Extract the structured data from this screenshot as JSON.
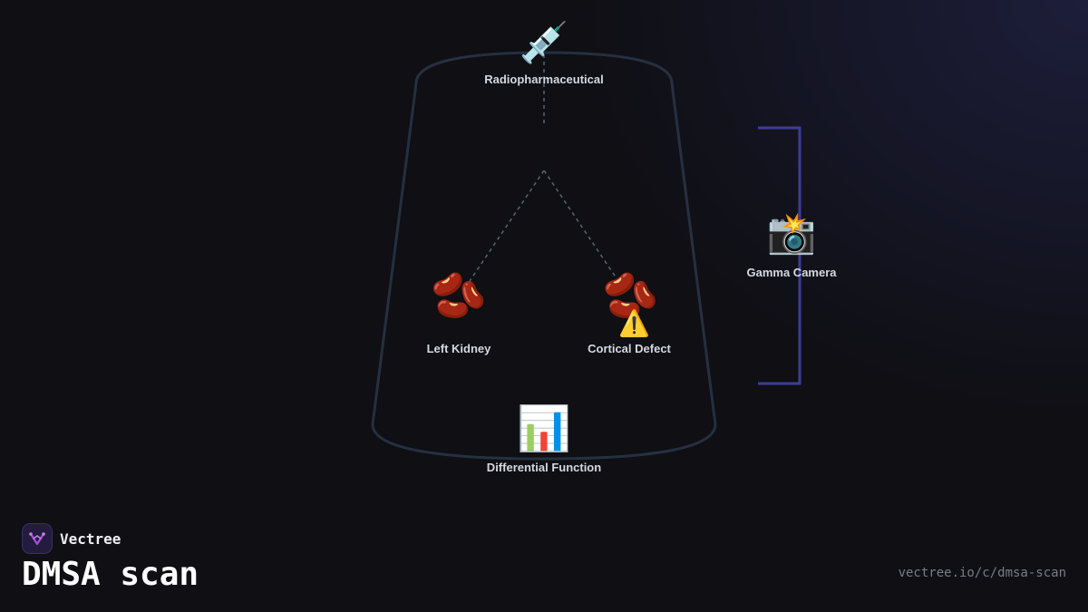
{
  "diagram": {
    "nodes": {
      "radiopharmaceutical": {
        "icon": "💉",
        "icon_name": "syringe-icon",
        "label": "Radiopharmaceutical"
      },
      "left_kidney": {
        "icon": "🫘",
        "icon_name": "kidney-icon",
        "label": "Left Kidney"
      },
      "cortical_defect": {
        "icon": "🫘",
        "icon_name": "kidney-icon",
        "warning_icon": "⚠️",
        "warning_icon_name": "warning-icon",
        "label": "Cortical Defect"
      },
      "gamma_camera": {
        "icon": "📸",
        "icon_name": "camera-flash-icon",
        "label": "Gamma Camera"
      },
      "differential_function": {
        "icon": "📊",
        "icon_name": "bar-chart-icon",
        "label": "Differential Function"
      }
    },
    "colors": {
      "container_outline": "#253041",
      "connector": "#5a6472",
      "bracket": "#3f3d94"
    }
  },
  "brand": {
    "name": "Vectree",
    "logo_icon": "vectree-logo-icon",
    "logo_color": "#a24fd6"
  },
  "page": {
    "title": "DMSA scan",
    "url": "vectree.io/c/dmsa-scan",
    "background": "#0f0f14"
  }
}
